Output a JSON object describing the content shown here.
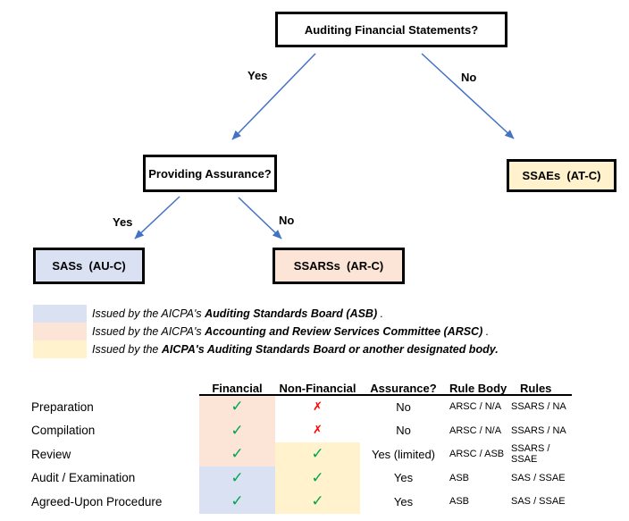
{
  "flowchart": {
    "root_label": "Auditing Financial Statements?",
    "root_yes": "Yes",
    "root_no": "No",
    "assurance_label": "Providing Assurance?",
    "assurance_yes": "Yes",
    "assurance_no": "No",
    "ssae_label": "SSAEs  (AT-C)",
    "sas_label": "SASs  (AU-C)",
    "ssars_label": "SSARSs  (AR-C)"
  },
  "legend": {
    "items": [
      {
        "swatch": "asb-blue",
        "prefix": "Issued by the AICPA's ",
        "bold": "Auditing Standards Board (ASB)",
        "suffix": " ."
      },
      {
        "swatch": "arsc-pink",
        "prefix": "Issued by the AICPA's ",
        "bold": "Accounting and Review Services Committee (ARSC)",
        "suffix": " ."
      },
      {
        "swatch": "designated-yellow",
        "prefix": "Issued by the ",
        "bold": "AICPA's Auditing Standards Board or another designated body.",
        "suffix": ""
      }
    ]
  },
  "table": {
    "headers": {
      "financial": "Financial",
      "non_financial": "Non-Financial",
      "assurance": "Assurance?",
      "rule_body": "Rule Body",
      "rules": "Rules"
    },
    "rows": [
      {
        "label": "Preparation",
        "financial_mark": "✓",
        "non_financial_mark": "✗",
        "assurance": "No",
        "rule_body": "ARSC / N/A",
        "rules": "SSARS / NA"
      },
      {
        "label": "Compilation",
        "financial_mark": "✓",
        "non_financial_mark": "✗",
        "assurance": "No",
        "rule_body": "ARSC / N/A",
        "rules": "SSARS / NA"
      },
      {
        "label": "Review",
        "financial_mark": "✓",
        "non_financial_mark": "✓",
        "assurance": "Yes (limited)",
        "rule_body": "ARSC / ASB",
        "rules": "SSARS / SSAE"
      },
      {
        "label": "Audit / Examination",
        "financial_mark": "✓",
        "non_financial_mark": "✓",
        "assurance": "Yes",
        "rule_body": "ASB",
        "rules": "SAS / SSAE"
      },
      {
        "label": "Agreed-Upon Procedure",
        "financial_mark": "✓",
        "non_financial_mark": "✓",
        "assurance": "Yes",
        "rule_body": "ASB",
        "rules": "SAS / SSAE"
      }
    ]
  },
  "colors": {
    "asb_blue": "#D9E1F2",
    "arsc_pink": "#FCE4D6",
    "designated_yellow": "#FFF2CC",
    "arrow_blue": "#4472C4",
    "check_green": "#00A651",
    "cross_red": "#FF0000",
    "border_black": "#000000"
  }
}
